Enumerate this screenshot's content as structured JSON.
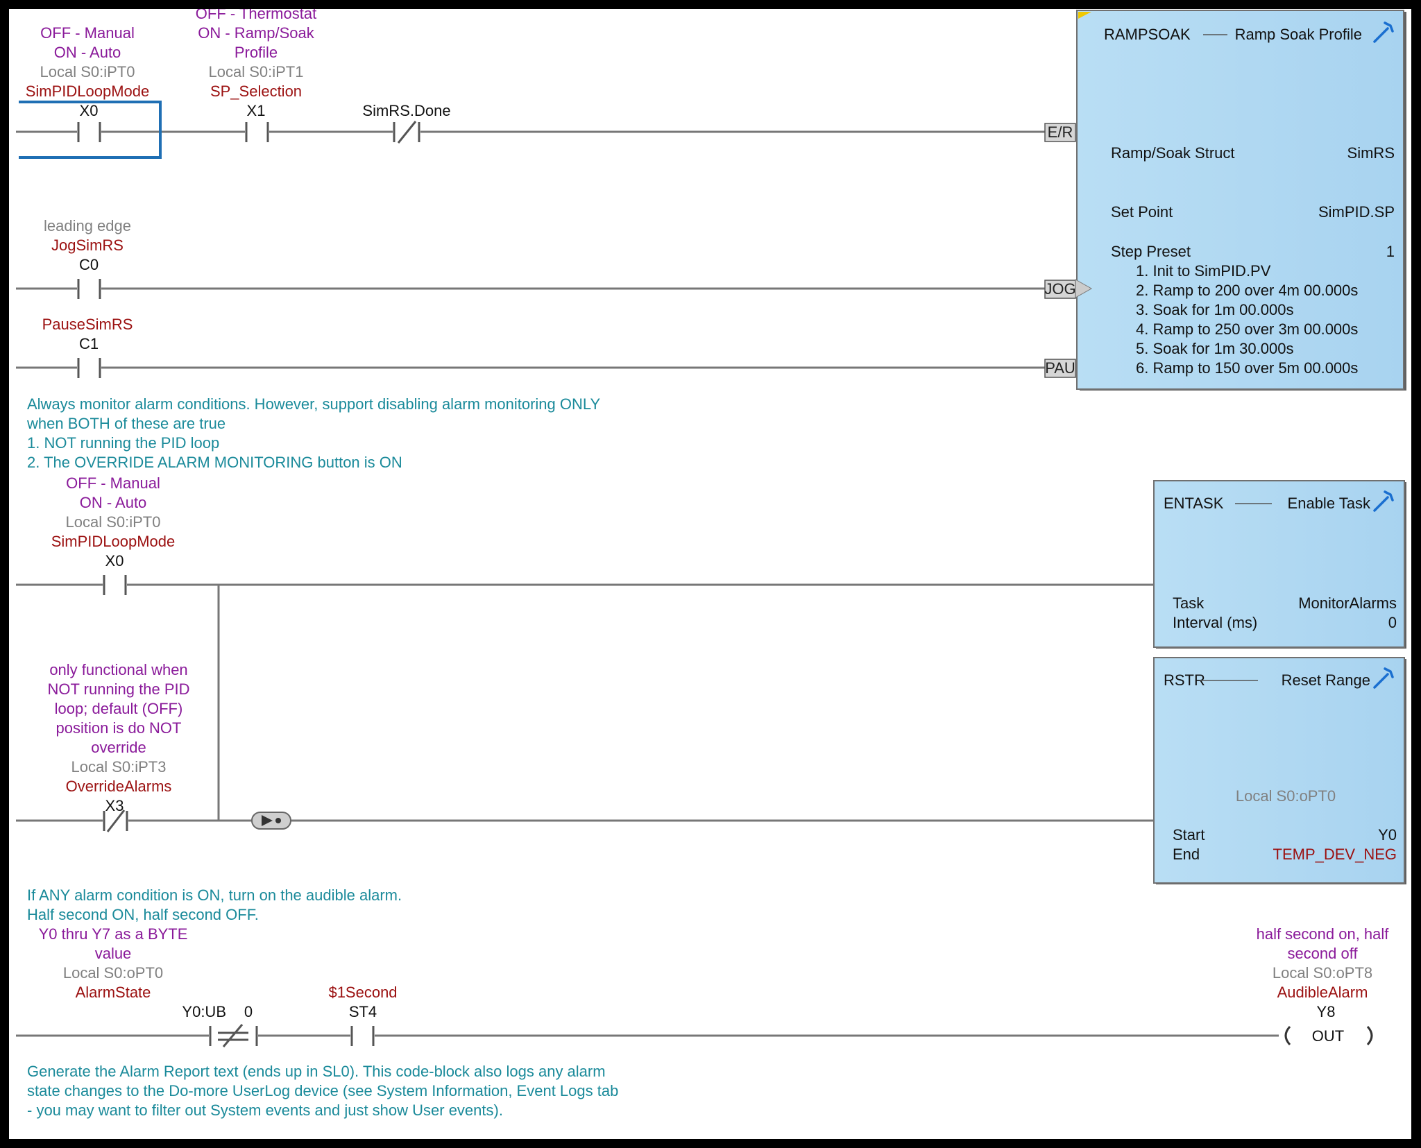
{
  "rung1": {
    "x0": {
      "desc1": "OFF - Manual",
      "desc2": "ON - Auto",
      "io": "Local S0:iPT0",
      "nick": "SimPIDLoopMode",
      "addr": "X0"
    },
    "x1": {
      "desc1": "OFF - Thermostat",
      "desc2": "ON - Ramp/Soak",
      "desc3": "Profile",
      "io": "Local S0:iPT1",
      "nick": "SP_Selection",
      "addr": "X1"
    },
    "done": {
      "addr": "SimRS.Done"
    },
    "er_label": "E/R",
    "box": {
      "name": "RAMPSOAK",
      "title": "Ramp Soak Profile",
      "struct_label": "Ramp/Soak Struct",
      "struct_val": "SimRS",
      "sp_label": "Set Point",
      "sp_val": "SimPID.SP",
      "preset_label": "Step Preset",
      "preset_val": "1",
      "steps": [
        "1.  Init to SimPID.PV",
        "2.  Ramp to 200 over  4m 00.000s",
        "3.  Soak for  1m 00.000s",
        "4.  Ramp to 250 over  3m 00.000s",
        "5.  Soak for  1m 30.000s",
        "6.  Ramp to 150 over  5m 00.000s"
      ]
    }
  },
  "jog": {
    "desc": "leading edge",
    "nick": "JogSimRS",
    "addr": "C0",
    "label": "JOG"
  },
  "pause": {
    "nick": "PauseSimRS",
    "addr": "C1",
    "label": "PAU"
  },
  "comment2": [
    "Always monitor alarm conditions.  However, support disabling alarm monitoring ONLY",
    "when BOTH of these are true",
    "1. NOT running the PID loop",
    "2. The OVERRIDE ALARM MONITORING button is ON"
  ],
  "rung2": {
    "x0": {
      "desc1": "OFF - Manual",
      "desc2": "ON - Auto",
      "io": "Local S0:iPT0",
      "nick": "SimPIDLoopMode",
      "addr": "X0"
    },
    "x3": {
      "desc": [
        "only functional when",
        "NOT running the PID",
        "loop; default (OFF)",
        "position is do NOT",
        "override"
      ],
      "io": "Local S0:iPT3",
      "nick": "OverrideAlarms",
      "addr": "X3"
    },
    "entask": {
      "name": "ENTASK",
      "title": "Enable Task",
      "task_label": "Task",
      "task_val": "MonitorAlarms",
      "interval_label": "Interval (ms)",
      "interval_val": "0"
    },
    "rstr": {
      "name": "RSTR",
      "title": "Reset Range",
      "io": "Local S0:oPT0",
      "start_label": "Start",
      "start_val": "Y0",
      "end_label": "End",
      "end_val": "TEMP_DEV_NEG"
    }
  },
  "comment3": [
    "If ANY alarm condition is ON, turn on the audible alarm.",
    "Half second ON, half second OFF."
  ],
  "rung3": {
    "cmp": {
      "desc1": "Y0 thru Y7 as a BYTE",
      "desc2": "value",
      "io": "Local S0:oPT0",
      "nick": "AlarmState",
      "left": "Y0:UB",
      "right": "0"
    },
    "st4": {
      "nick": "$1Second",
      "addr": "ST4"
    },
    "coil": {
      "desc1": "half second on, half",
      "desc2": "second off",
      "io": "Local S0:oPT8",
      "nick": "AudibleAlarm",
      "addr": "Y8",
      "type": "OUT"
    }
  },
  "comment4": [
    "Generate the Alarm Report text (ends up in SL0).  This code-block also logs any alarm",
    "state changes to the Do-more UserLog device (see System Information, Event Logs tab",
    "- you may want to filter out System events and just show User events)."
  ]
}
